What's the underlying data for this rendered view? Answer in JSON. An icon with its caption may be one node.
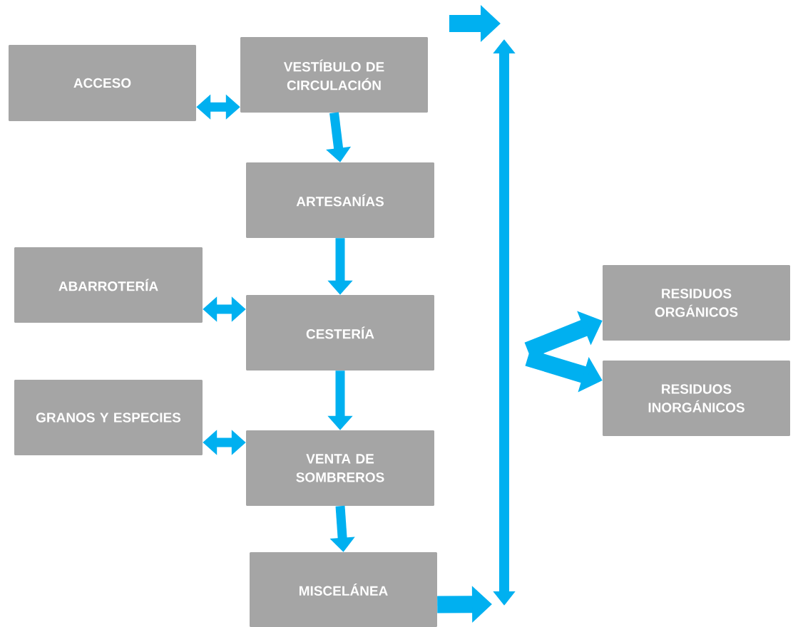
{
  "diagram": {
    "nodes": [
      {
        "text": [
          "ACCESO"
        ]
      },
      {
        "text": [
          "VESTÍBULO DE CIRCULACIÓN"
        ]
      },
      {
        "text": [
          "ARTESANÍAS"
        ]
      },
      {
        "text": [
          "ABARROTERÍA"
        ]
      },
      {
        "text": [
          "CESTERÍA"
        ]
      },
      {
        "text": [
          "GRANOS Y ESPECIES"
        ]
      },
      {
        "text": [
          "VENTA DE SOMBREROS"
        ]
      },
      {
        "text": [
          "MISCELÁNEA"
        ]
      },
      {
        "text": [
          "RESIDUOS ORGÁNICOS"
        ]
      },
      {
        "text": [
          "RESIDUOS INORGÁNICOS"
        ]
      }
    ],
    "edges": [
      {
        "from": 0,
        "to": 1,
        "arrow": "both"
      },
      {
        "from": 1,
        "to": 2,
        "arrow": "to"
      },
      {
        "from": 2,
        "to": 4,
        "arrow": "to"
      },
      {
        "from": 3,
        "to": 4,
        "arrow": "both"
      },
      {
        "from": 4,
        "to": 6,
        "arrow": "to"
      },
      {
        "from": 5,
        "to": 6,
        "arrow": "both"
      },
      {
        "from": 6,
        "to": 7,
        "arrow": "to"
      },
      {
        "from": 7,
        "to": null,
        "arrow": "to",
        "style": "thick"
      },
      {
        "from": null,
        "to": 8,
        "arrow": "to",
        "style": "thick"
      },
      {
        "from": null,
        "to": 9,
        "arrow": "to",
        "style": "thick"
      }
    ]
  }
}
